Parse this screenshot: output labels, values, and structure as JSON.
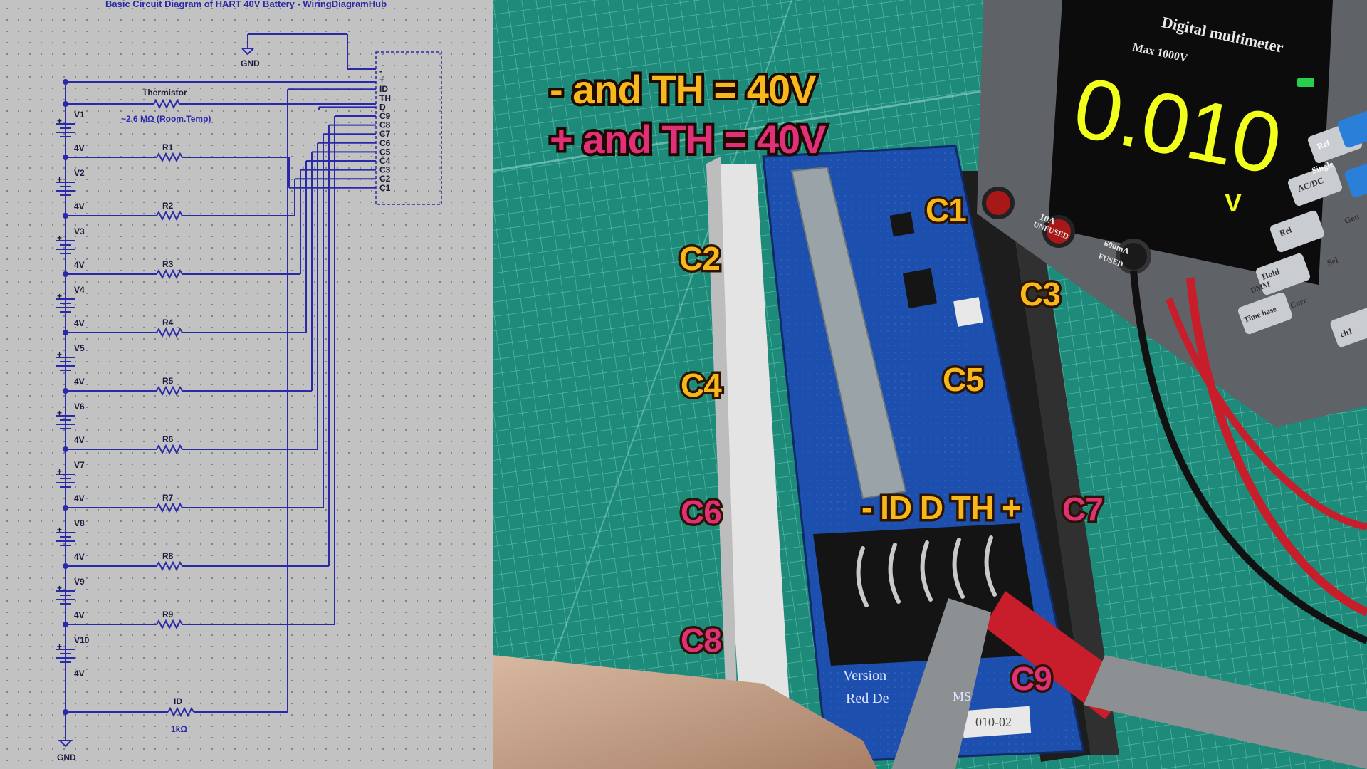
{
  "schematic": {
    "title": "Basic Circuit Diagram of HART 40V Battery - WiringDiagramHub",
    "gnd_top": "GND",
    "gnd_bottom": "GND",
    "thermistor_label": "Thermistor",
    "thermistor_value": "~2.6 MΩ (Room.Temp)",
    "id_resistor": "ID",
    "id_value": "1kΩ",
    "connector_pins": [
      "-",
      "+",
      "ID",
      "TH",
      "D",
      "C9",
      "C8",
      "C7",
      "C6",
      "C5",
      "C4",
      "C3",
      "C2",
      "C1"
    ],
    "cells": [
      "V1",
      "V2",
      "V3",
      "V4",
      "V5",
      "V6",
      "V7",
      "V8",
      "V9",
      "V10"
    ],
    "cell_voltage": "4V",
    "resistors": [
      "R1",
      "R2",
      "R3",
      "R4",
      "R5",
      "R6",
      "R7",
      "R8",
      "R9"
    ],
    "plus_sign": "+",
    "wire_color": "#2a2aa8"
  },
  "photo": {
    "header_line1": "- and TH = 40V",
    "header_line2": "+ and TH = 40V",
    "terminal_label": "- ID D TH +",
    "cell_labels": [
      {
        "text": "C1",
        "color": "yellow"
      },
      {
        "text": "C2",
        "color": "yellow"
      },
      {
        "text": "C3",
        "color": "yellow"
      },
      {
        "text": "C4",
        "color": "yellow"
      },
      {
        "text": "C5",
        "color": "yellow"
      },
      {
        "text": "C6",
        "color": "pink"
      },
      {
        "text": "C7",
        "color": "pink"
      },
      {
        "text": "C8",
        "color": "pink"
      },
      {
        "text": "C9",
        "color": "pink"
      }
    ],
    "multimeter": {
      "reading": "0.010",
      "title": "Digital multimeter",
      "max": "Max 1000V",
      "unit": "V",
      "port_10a": "10A",
      "port_unfused": "UNFUSED",
      "port_600ma": "600mA",
      "port_fused": "FUSED",
      "keys": [
        "Single",
        "Ref",
        "AC/DC",
        "Rel",
        "Gen",
        "Hold",
        "Sel",
        "ch1",
        "Time base",
        "Curr",
        "DMM"
      ]
    },
    "board_text": [
      "Version",
      "Red De",
      "MS",
      "010-02"
    ],
    "accent_yellow": "#f6b81c",
    "accent_pink": "#e0307a"
  }
}
